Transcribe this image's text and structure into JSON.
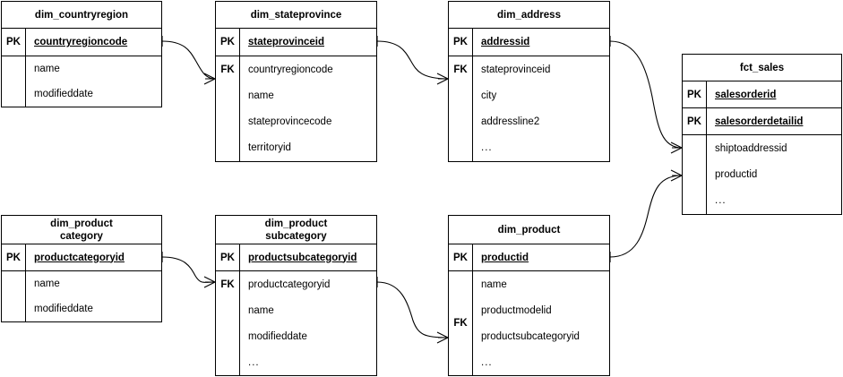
{
  "diagram": {
    "kind": "entity-relationship-diagram",
    "background_color": "#ffffff",
    "line_color": "#000000"
  },
  "entities": {
    "dim_countryregion": {
      "title": "dim_countryregion",
      "keys": [
        {
          "marker": "PK",
          "name": "countryregioncode"
        }
      ],
      "attributes": [
        "name",
        "modifieddate"
      ],
      "body_key_marker": ""
    },
    "dim_stateprovince": {
      "title": "dim_stateprovince",
      "keys": [
        {
          "marker": "PK",
          "name": "stateprovinceid"
        }
      ],
      "attributes": [
        "countryregioncode",
        "name",
        "stateprovincecode",
        "territoryid"
      ],
      "body_key_marker": "FK"
    },
    "dim_address": {
      "title": "dim_address",
      "keys": [
        {
          "marker": "PK",
          "name": "addressid"
        }
      ],
      "attributes": [
        "stateprovinceid",
        "city",
        "addressline2",
        "..."
      ],
      "body_key_marker": "FK"
    },
    "fct_sales": {
      "title": "fct_sales",
      "keys": [
        {
          "marker": "PK",
          "name": "salesorderid"
        },
        {
          "marker": "PK",
          "name": "salesorderdetailid"
        }
      ],
      "attributes": [
        "shiptoaddressid",
        "productid",
        "..."
      ],
      "body_key_marker": ""
    },
    "dim_productcategory": {
      "title": "dim_product\ncategory",
      "keys": [
        {
          "marker": "PK",
          "name": "productcategoryid"
        }
      ],
      "attributes": [
        "name",
        "modifieddate"
      ],
      "body_key_marker": ""
    },
    "dim_productsubcategory": {
      "title": "dim_product\nsubcategory",
      "keys": [
        {
          "marker": "PK",
          "name": "productsubcategoryid"
        }
      ],
      "attributes": [
        "productcategoryid",
        "name",
        "modifieddate",
        "..."
      ],
      "body_key_marker": "FK"
    },
    "dim_product": {
      "title": "dim_product",
      "keys": [
        {
          "marker": "PK",
          "name": "productid"
        }
      ],
      "attributes": [
        "name",
        "productmodelid",
        "productsubcategoryid",
        "..."
      ],
      "body_key_marker": "FK"
    }
  },
  "relationships": [
    {
      "name": "countryregion-to-stateprovince",
      "from": "dim_countryregion.countryregioncode",
      "to": "dim_stateprovince.countryregioncode",
      "from_cardinality": "one",
      "to_cardinality": "many"
    },
    {
      "name": "stateprovince-to-address",
      "from": "dim_stateprovince.stateprovinceid",
      "to": "dim_address.stateprovinceid",
      "from_cardinality": "one",
      "to_cardinality": "many"
    },
    {
      "name": "address-to-sales",
      "from": "dim_address.addressid",
      "to": "fct_sales.shiptoaddressid",
      "from_cardinality": "one",
      "to_cardinality": "many"
    },
    {
      "name": "product-to-sales",
      "from": "dim_product.productid",
      "to": "fct_sales.productid",
      "from_cardinality": "one",
      "to_cardinality": "many"
    },
    {
      "name": "productcategory-to-productsubcategory",
      "from": "dim_productcategory.productcategoryid",
      "to": "dim_productsubcategory.productcategoryid",
      "from_cardinality": "one",
      "to_cardinality": "many"
    },
    {
      "name": "productsubcategory-to-product",
      "from": "dim_productsubcategory.productsubcategoryid",
      "to": "dim_product.productsubcategoryid",
      "from_cardinality": "one",
      "to_cardinality": "many"
    }
  ]
}
